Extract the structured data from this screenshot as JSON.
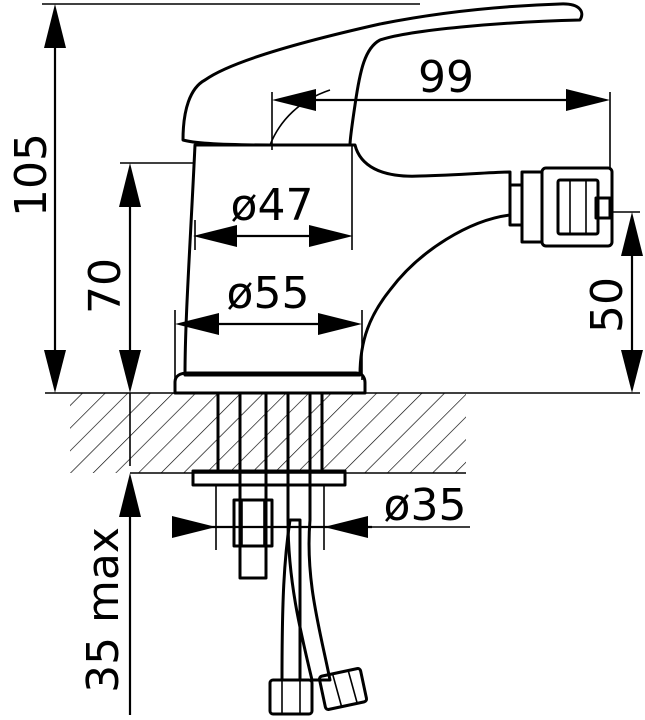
{
  "drawing": {
    "title": "",
    "dimensions": {
      "total_height": "105",
      "body_height": "70",
      "spout_reach": "99",
      "diameter_upper": "ø47",
      "diameter_base": "ø55",
      "outlet_height": "50",
      "mount_hole_diameter": "ø35",
      "max_mount_thickness": "35 max"
    }
  }
}
